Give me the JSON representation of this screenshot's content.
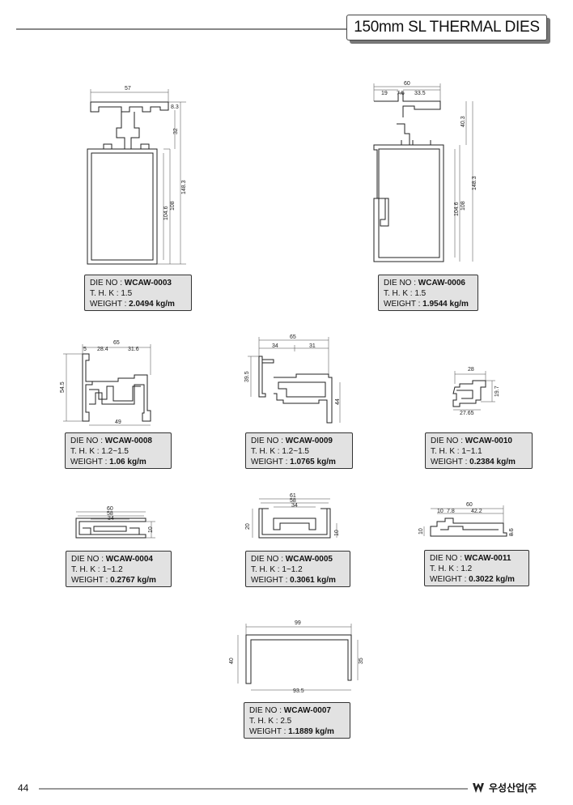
{
  "header": {
    "title": "150mm SL THERMAL DIES"
  },
  "footer": {
    "page_number": "44",
    "company": "우성산업(주"
  },
  "labels": {
    "die_no": "DIE NO :",
    "thk": "T. H. K :",
    "weight": "WEIGHT :"
  },
  "dies": [
    {
      "die_no": "WCAW-0003",
      "thk": "1.5",
      "weight": "2.0494 kg/m",
      "dims": {
        "width": "57",
        "d1": "8.3",
        "d2": "32",
        "d3": "148.3",
        "d4": "108",
        "d5": "104.6"
      }
    },
    {
      "die_no": "WCAW-0006",
      "thk": "1.5",
      "weight": "1.9544 kg/m",
      "dims": {
        "width": "60",
        "d1": "19",
        "d2": "7.5",
        "d3": "33.5",
        "d4": "40.3",
        "d5": "148.3",
        "d6": "108",
        "d7": "104.6"
      }
    },
    {
      "die_no": "WCAW-0008",
      "thk": "1.2~1.5",
      "weight": "1.06 kg/m",
      "dims": {
        "width": "65",
        "d1": "5",
        "d2": "28.4",
        "d3": "31.6",
        "d4": "54.5",
        "d5": "49"
      }
    },
    {
      "die_no": "WCAW-0009",
      "thk": "1.2~1.5",
      "weight": "1.0765 kg/m",
      "dims": {
        "width": "65",
        "d1": "34",
        "d2": "31",
        "d3": "39.5",
        "d4": "44"
      }
    },
    {
      "die_no": "WCAW-0010",
      "thk": "1~1.1",
      "weight": "0.2384 kg/m",
      "dims": {
        "width": "28",
        "d1": "19.7",
        "d2": "27.65"
      }
    },
    {
      "die_no": "WCAW-0004",
      "thk": "1~1.2",
      "weight": "0.2767 kg/m",
      "dims": {
        "width": "60",
        "d1": "58",
        "d2": "34",
        "d3": "10"
      }
    },
    {
      "die_no": "WCAW-0005",
      "thk": "1~1.2",
      "weight": "0.3061 kg/m",
      "dims": {
        "width": "61",
        "d1": "58",
        "d2": "34",
        "d3": "20",
        "d4": "10"
      }
    },
    {
      "die_no": "WCAW-0011",
      "thk": "1.2",
      "weight": "0.3022 kg/m",
      "dims": {
        "width": "60",
        "d1": "10",
        "d2": "7.8",
        "d3": "42.2",
        "d4": "10",
        "d5": "8.5"
      }
    },
    {
      "die_no": "WCAW-0007",
      "thk": "2.5",
      "weight": "1.1889 kg/m",
      "dims": {
        "width": "99",
        "d1": "40",
        "d2": "35",
        "d3": "93.5"
      }
    }
  ]
}
